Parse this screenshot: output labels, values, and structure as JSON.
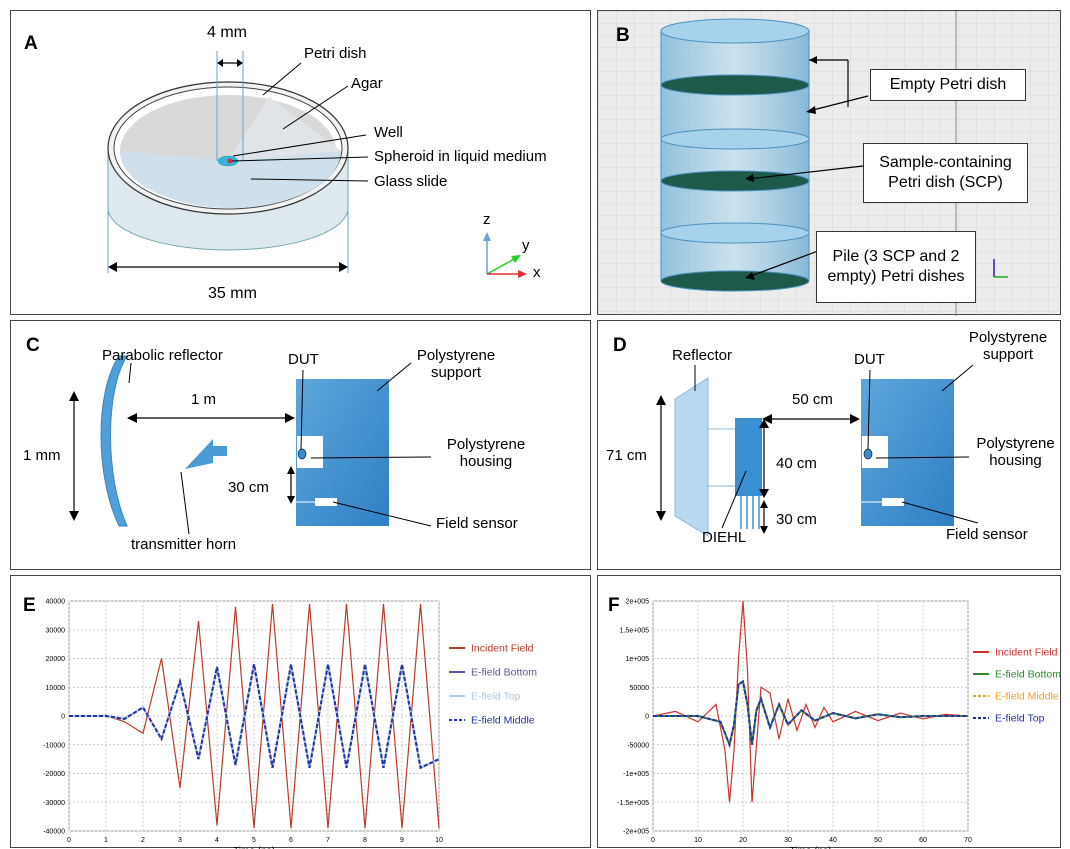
{
  "panels": {
    "a": {
      "letter": "A",
      "dim_4mm": "4 mm",
      "dim_35mm": "35 mm",
      "petri_dish": "Petri dish",
      "agar": "Agar",
      "well": "Well",
      "spheroid": "Spheroid in liquid medium",
      "glass_slide": "Glass slide",
      "axis_z": "z",
      "axis_y": "y",
      "axis_x": "x"
    },
    "b": {
      "letter": "B",
      "empty_dish": "Empty Petri dish",
      "sample_dish": "Sample-containing Petri dish (SCP)",
      "pile": "Pile (3 SCP and 2 empty) Petri dishes"
    },
    "c": {
      "letter": "C",
      "reflector": "Parabolic reflector",
      "dut": "DUT",
      "support": "Polystyrene support",
      "dist_1m": "1 m",
      "dim_1mm": "1 mm",
      "housing": "Polystyrene housing",
      "dist_30cm": "30 cm",
      "field_sensor": "Field sensor",
      "horn": "transmitter horn"
    },
    "d": {
      "letter": "D",
      "reflector": "Reflector",
      "dut": "DUT",
      "support": "Polystyrene support",
      "dist_50cm": "50 cm",
      "dim_71cm": "71 cm",
      "dim_40cm": "40 cm",
      "housing": "Polystyrene housing",
      "dist_30cm": "30 cm",
      "field_sensor": "Field sensor",
      "diehl": "DIEHL"
    },
    "e": {
      "letter": "E"
    },
    "f": {
      "letter": "F"
    }
  },
  "chart_data": [
    {
      "type": "line",
      "panel": "E",
      "xlabel": "Time (ns)",
      "ylabel": "",
      "xlim": [
        0,
        10
      ],
      "ylim": [
        -40000,
        40000
      ],
      "xticks": [
        "0",
        "1",
        "2",
        "3",
        "4",
        "5",
        "6",
        "7",
        "8",
        "9",
        "10"
      ],
      "yticks": [
        "40000",
        "30000",
        "20000",
        "10000",
        "0",
        "-10000",
        "-20000",
        "-30000",
        "-40000"
      ],
      "grid": true,
      "legend_position": "right",
      "series": [
        {
          "name": "Incident Field",
          "color": "#c0392b",
          "x": [
            0,
            0.5,
            1.0,
            1.5,
            2.0,
            2.5,
            3.0,
            3.5,
            4.0,
            4.5,
            5.0,
            5.5,
            6.0,
            6.5,
            7.0,
            7.5,
            8.0,
            8.5,
            9.0,
            9.5,
            10.0
          ],
          "y": [
            0,
            0,
            200,
            -2000,
            -6000,
            20000,
            -25000,
            33000,
            -38000,
            38000,
            -39000,
            39000,
            -39000,
            39000,
            -39000,
            39000,
            -39000,
            39000,
            -39000,
            39000,
            -39000
          ]
        },
        {
          "name": "E-field Bottom",
          "color": "#6b4e9b",
          "x": [
            0,
            1.0,
            1.5,
            2.0,
            2.5,
            3.0,
            3.5,
            4.0,
            4.5,
            5.0,
            5.5,
            6.0,
            6.5,
            7.0,
            7.5,
            8.0,
            8.5,
            9.0,
            9.5,
            10.0
          ],
          "y": [
            0,
            0,
            -1000,
            3000,
            -8000,
            12000,
            -15000,
            17000,
            -17000,
            18000,
            -18000,
            18000,
            -18000,
            18000,
            -18000,
            18000,
            -18000,
            18000,
            -18000,
            -15000
          ]
        },
        {
          "name": "E-field Top",
          "color": "#a9cbe6",
          "x": [
            0,
            1.0,
            1.5,
            2.0,
            2.5,
            3.0,
            3.5,
            4.0,
            4.5,
            5.0,
            5.5,
            6.0,
            6.5,
            7.0,
            7.5,
            8.0,
            8.5,
            9.0,
            9.5,
            10.0
          ],
          "y": [
            0,
            0,
            -1000,
            3000,
            -8000,
            12000,
            -15000,
            17000,
            -17000,
            18000,
            -18000,
            18000,
            -18000,
            18000,
            -18000,
            18000,
            -18000,
            18000,
            -18000,
            -15000
          ]
        },
        {
          "name": "E-field Middle",
          "color": "#2233aa",
          "x": [
            0,
            1.0,
            1.5,
            2.0,
            2.5,
            3.0,
            3.5,
            4.0,
            4.5,
            5.0,
            5.5,
            6.0,
            6.5,
            7.0,
            7.5,
            8.0,
            8.5,
            9.0,
            9.5,
            10.0
          ],
          "y": [
            0,
            0,
            -1000,
            3000,
            -8000,
            12000,
            -15000,
            17000,
            -17000,
            18000,
            -18000,
            18000,
            -18000,
            18000,
            -18000,
            18000,
            -18000,
            18000,
            -18000,
            -15000
          ]
        }
      ]
    },
    {
      "type": "line",
      "panel": "F",
      "xlabel": "Time (ns)",
      "ylabel": "",
      "xlim": [
        0,
        70
      ],
      "ylim": [
        -200000,
        200000
      ],
      "xticks": [
        "0",
        "10",
        "20",
        "30",
        "40",
        "50",
        "60",
        "70"
      ],
      "yticks": [
        "2e+005",
        "1.5e+005",
        "1e+005",
        "50000",
        "0",
        "-50000",
        "-1e+005",
        "-1.5e+005",
        "-2e+005"
      ],
      "grid": true,
      "legend_position": "right",
      "series": [
        {
          "name": "Incident Field",
          "color": "#d0312d",
          "x": [
            0,
            5,
            10,
            14,
            16,
            17,
            18,
            19,
            20,
            21,
            22,
            24,
            26,
            28,
            30,
            32,
            34,
            36,
            38,
            40,
            45,
            50,
            55,
            60,
            65,
            70
          ],
          "y": [
            0,
            8000,
            -10000,
            20000,
            -60000,
            -150000,
            -60000,
            100000,
            200000,
            80000,
            -150000,
            50000,
            40000,
            -40000,
            30000,
            -25000,
            20000,
            -20000,
            15000,
            -10000,
            8000,
            -8000,
            5000,
            -5000,
            3000,
            0
          ]
        },
        {
          "name": "E-field Bottom",
          "color": "#2e8b2e",
          "x": [
            0,
            10,
            15,
            17,
            18,
            19,
            20,
            21,
            22,
            23,
            24,
            26,
            28,
            30,
            33,
            36,
            40,
            45,
            50,
            55,
            60,
            70
          ],
          "y": [
            0,
            0,
            -10000,
            -50000,
            -15000,
            55000,
            60000,
            20000,
            -50000,
            10000,
            30000,
            -20000,
            20000,
            -15000,
            10000,
            -8000,
            5000,
            -4000,
            3000,
            -2000,
            0,
            0
          ]
        },
        {
          "name": "E-field Middle",
          "color": "#f0a030",
          "x": [
            0,
            10,
            15,
            17,
            18,
            19,
            20,
            21,
            22,
            23,
            24,
            26,
            28,
            30,
            33,
            36,
            40,
            45,
            50,
            55,
            60,
            70
          ],
          "y": [
            0,
            0,
            -10000,
            -50000,
            -15000,
            55000,
            60000,
            20000,
            -50000,
            10000,
            30000,
            -20000,
            20000,
            -15000,
            10000,
            -8000,
            5000,
            -4000,
            3000,
            -2000,
            0,
            0
          ]
        },
        {
          "name": "E-field Top",
          "color": "#2233aa",
          "x": [
            0,
            10,
            15,
            17,
            18,
            19,
            20,
            21,
            22,
            23,
            24,
            26,
            28,
            30,
            33,
            36,
            40,
            45,
            50,
            55,
            60,
            70
          ],
          "y": [
            0,
            0,
            -10000,
            -50000,
            -15000,
            55000,
            60000,
            20000,
            -50000,
            10000,
            30000,
            -20000,
            20000,
            -15000,
            10000,
            -8000,
            5000,
            -4000,
            3000,
            -2000,
            0,
            0
          ]
        }
      ]
    }
  ]
}
